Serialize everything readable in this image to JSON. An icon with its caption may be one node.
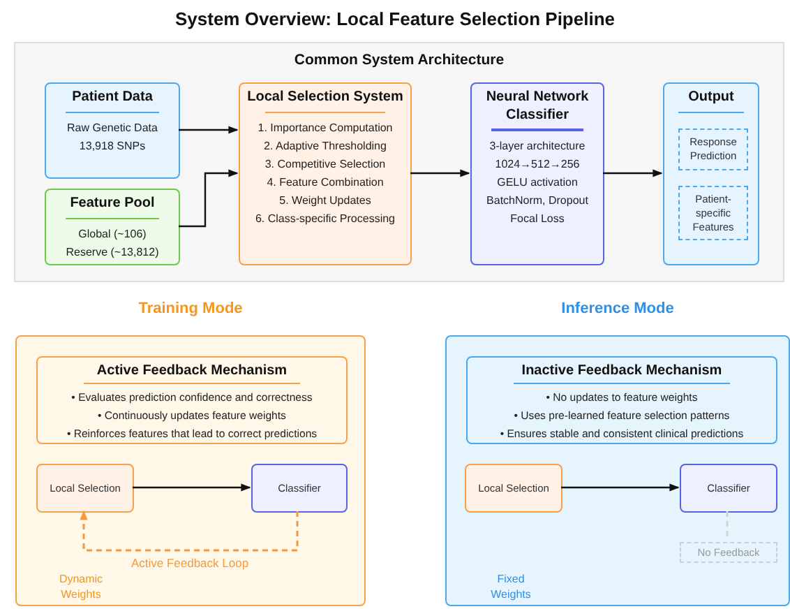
{
  "diagram": {
    "title": "System Overview: Local Feature Selection Pipeline",
    "nodes": [
      {
        "text": [
          "Common System Architecture"
        ]
      },
      {
        "text": [
          "Patient Data",
          "Raw Genetic Data",
          "13,918 SNPs"
        ],
        "in": 0
      },
      {
        "text": [
          "Feature Pool",
          "Global (~106)",
          "Reserve (~13,812)"
        ],
        "in": 0
      },
      {
        "text": [
          "Local Selection System",
          "1. Importance Computation",
          "2. Adaptive Thresholding",
          "3. Competitive Selection",
          "4. Feature Combination",
          "5. Weight Updates",
          "6. Class-specific Processing"
        ],
        "in": 0
      },
      {
        "text": [
          "Neural Network Classifier",
          "3-layer architecture",
          "1024→512→256",
          "GELU activation",
          "BatchNorm, Dropout",
          "Focal Loss"
        ],
        "in": 0
      },
      {
        "text": [
          "Output"
        ],
        "in": 0
      },
      {
        "text": [
          "Response Prediction"
        ],
        "in": 5
      },
      {
        "text": [
          "Patient-specific Features"
        ],
        "in": 5
      },
      {
        "text": [
          "Training Mode",
          "Dynamic Weights"
        ]
      },
      {
        "text": [
          "Active Feedback Mechanism",
          "• Evaluates prediction confidence and correctness",
          "• Continuously updates feature weights",
          "• Reinforces features that lead to correct predictions"
        ],
        "in": 8
      },
      {
        "text": [
          "Local Selection"
        ],
        "in": 8
      },
      {
        "text": [
          "Classifier"
        ],
        "in": 8
      },
      {
        "text": [
          "Inference Mode",
          "Fixed Weights"
        ]
      },
      {
        "text": [
          "Inactive Feedback Mechanism",
          "• No updates to feature weights",
          "• Uses pre-learned feature selection patterns",
          "• Ensures stable and consistent clinical predictions"
        ],
        "in": 12
      },
      {
        "text": [
          "Local Selection"
        ],
        "in": 12
      },
      {
        "text": [
          "Classifier"
        ],
        "in": 12
      },
      {
        "text": [
          "No Feedback"
        ],
        "in": 12
      }
    ],
    "edges": [
      {
        "from": 1,
        "to": 3,
        "arrow": "to"
      },
      {
        "from": 2,
        "to": 3,
        "arrow": "to"
      },
      {
        "from": 3,
        "to": 4,
        "arrow": "to"
      },
      {
        "from": 4,
        "to": 5,
        "arrow": "to"
      },
      {
        "from": 10,
        "to": 11,
        "arrow": "to"
      },
      {
        "from": 11,
        "to": 10,
        "arrow": "to",
        "label": "Active Feedback Loop",
        "style": "dashed",
        "color": "#f59a3c"
      },
      {
        "from": 14,
        "to": 15,
        "arrow": "to"
      },
      {
        "from": 15,
        "to": 16,
        "arrow": "none",
        "style": "dashed",
        "color": "#d4d4d4"
      }
    ]
  }
}
